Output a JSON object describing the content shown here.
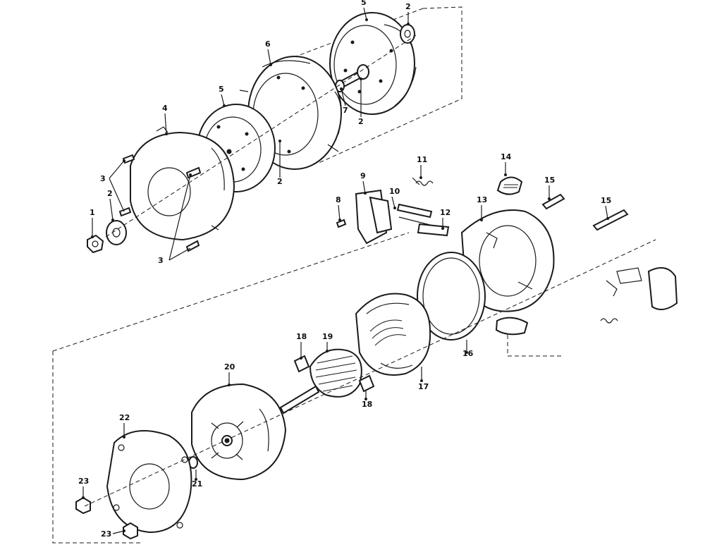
{
  "diagram": {
    "type": "exploded-parts-diagram",
    "line_color": "#1a1a1a",
    "background": "#ffffff",
    "callouts": [
      {
        "id": "c1",
        "label": "1"
      },
      {
        "id": "c2a",
        "label": "2"
      },
      {
        "id": "c3a",
        "label": "3"
      },
      {
        "id": "c3b",
        "label": "3"
      },
      {
        "id": "c4",
        "label": "4"
      },
      {
        "id": "c5a",
        "label": "5"
      },
      {
        "id": "c6",
        "label": "6"
      },
      {
        "id": "c5b",
        "label": "5"
      },
      {
        "id": "c2b",
        "label": "2"
      },
      {
        "id": "c7",
        "label": "7"
      },
      {
        "id": "c2c",
        "label": "2"
      },
      {
        "id": "c2d",
        "label": "2"
      },
      {
        "id": "c8",
        "label": "8"
      },
      {
        "id": "c9",
        "label": "9"
      },
      {
        "id": "c10",
        "label": "10"
      },
      {
        "id": "c11",
        "label": "11"
      },
      {
        "id": "c12",
        "label": "12"
      },
      {
        "id": "c13",
        "label": "13"
      },
      {
        "id": "c14",
        "label": "14"
      },
      {
        "id": "c15a",
        "label": "15"
      },
      {
        "id": "c15b",
        "label": "15"
      },
      {
        "id": "c16",
        "label": "16"
      },
      {
        "id": "c17",
        "label": "17"
      },
      {
        "id": "c18a",
        "label": "18"
      },
      {
        "id": "c18b",
        "label": "18"
      },
      {
        "id": "c19",
        "label": "19"
      },
      {
        "id": "c20",
        "label": "20"
      },
      {
        "id": "c21",
        "label": "21"
      },
      {
        "id": "c22",
        "label": "22"
      },
      {
        "id": "c23a",
        "label": "23"
      },
      {
        "id": "c23b",
        "label": "23"
      }
    ]
  }
}
